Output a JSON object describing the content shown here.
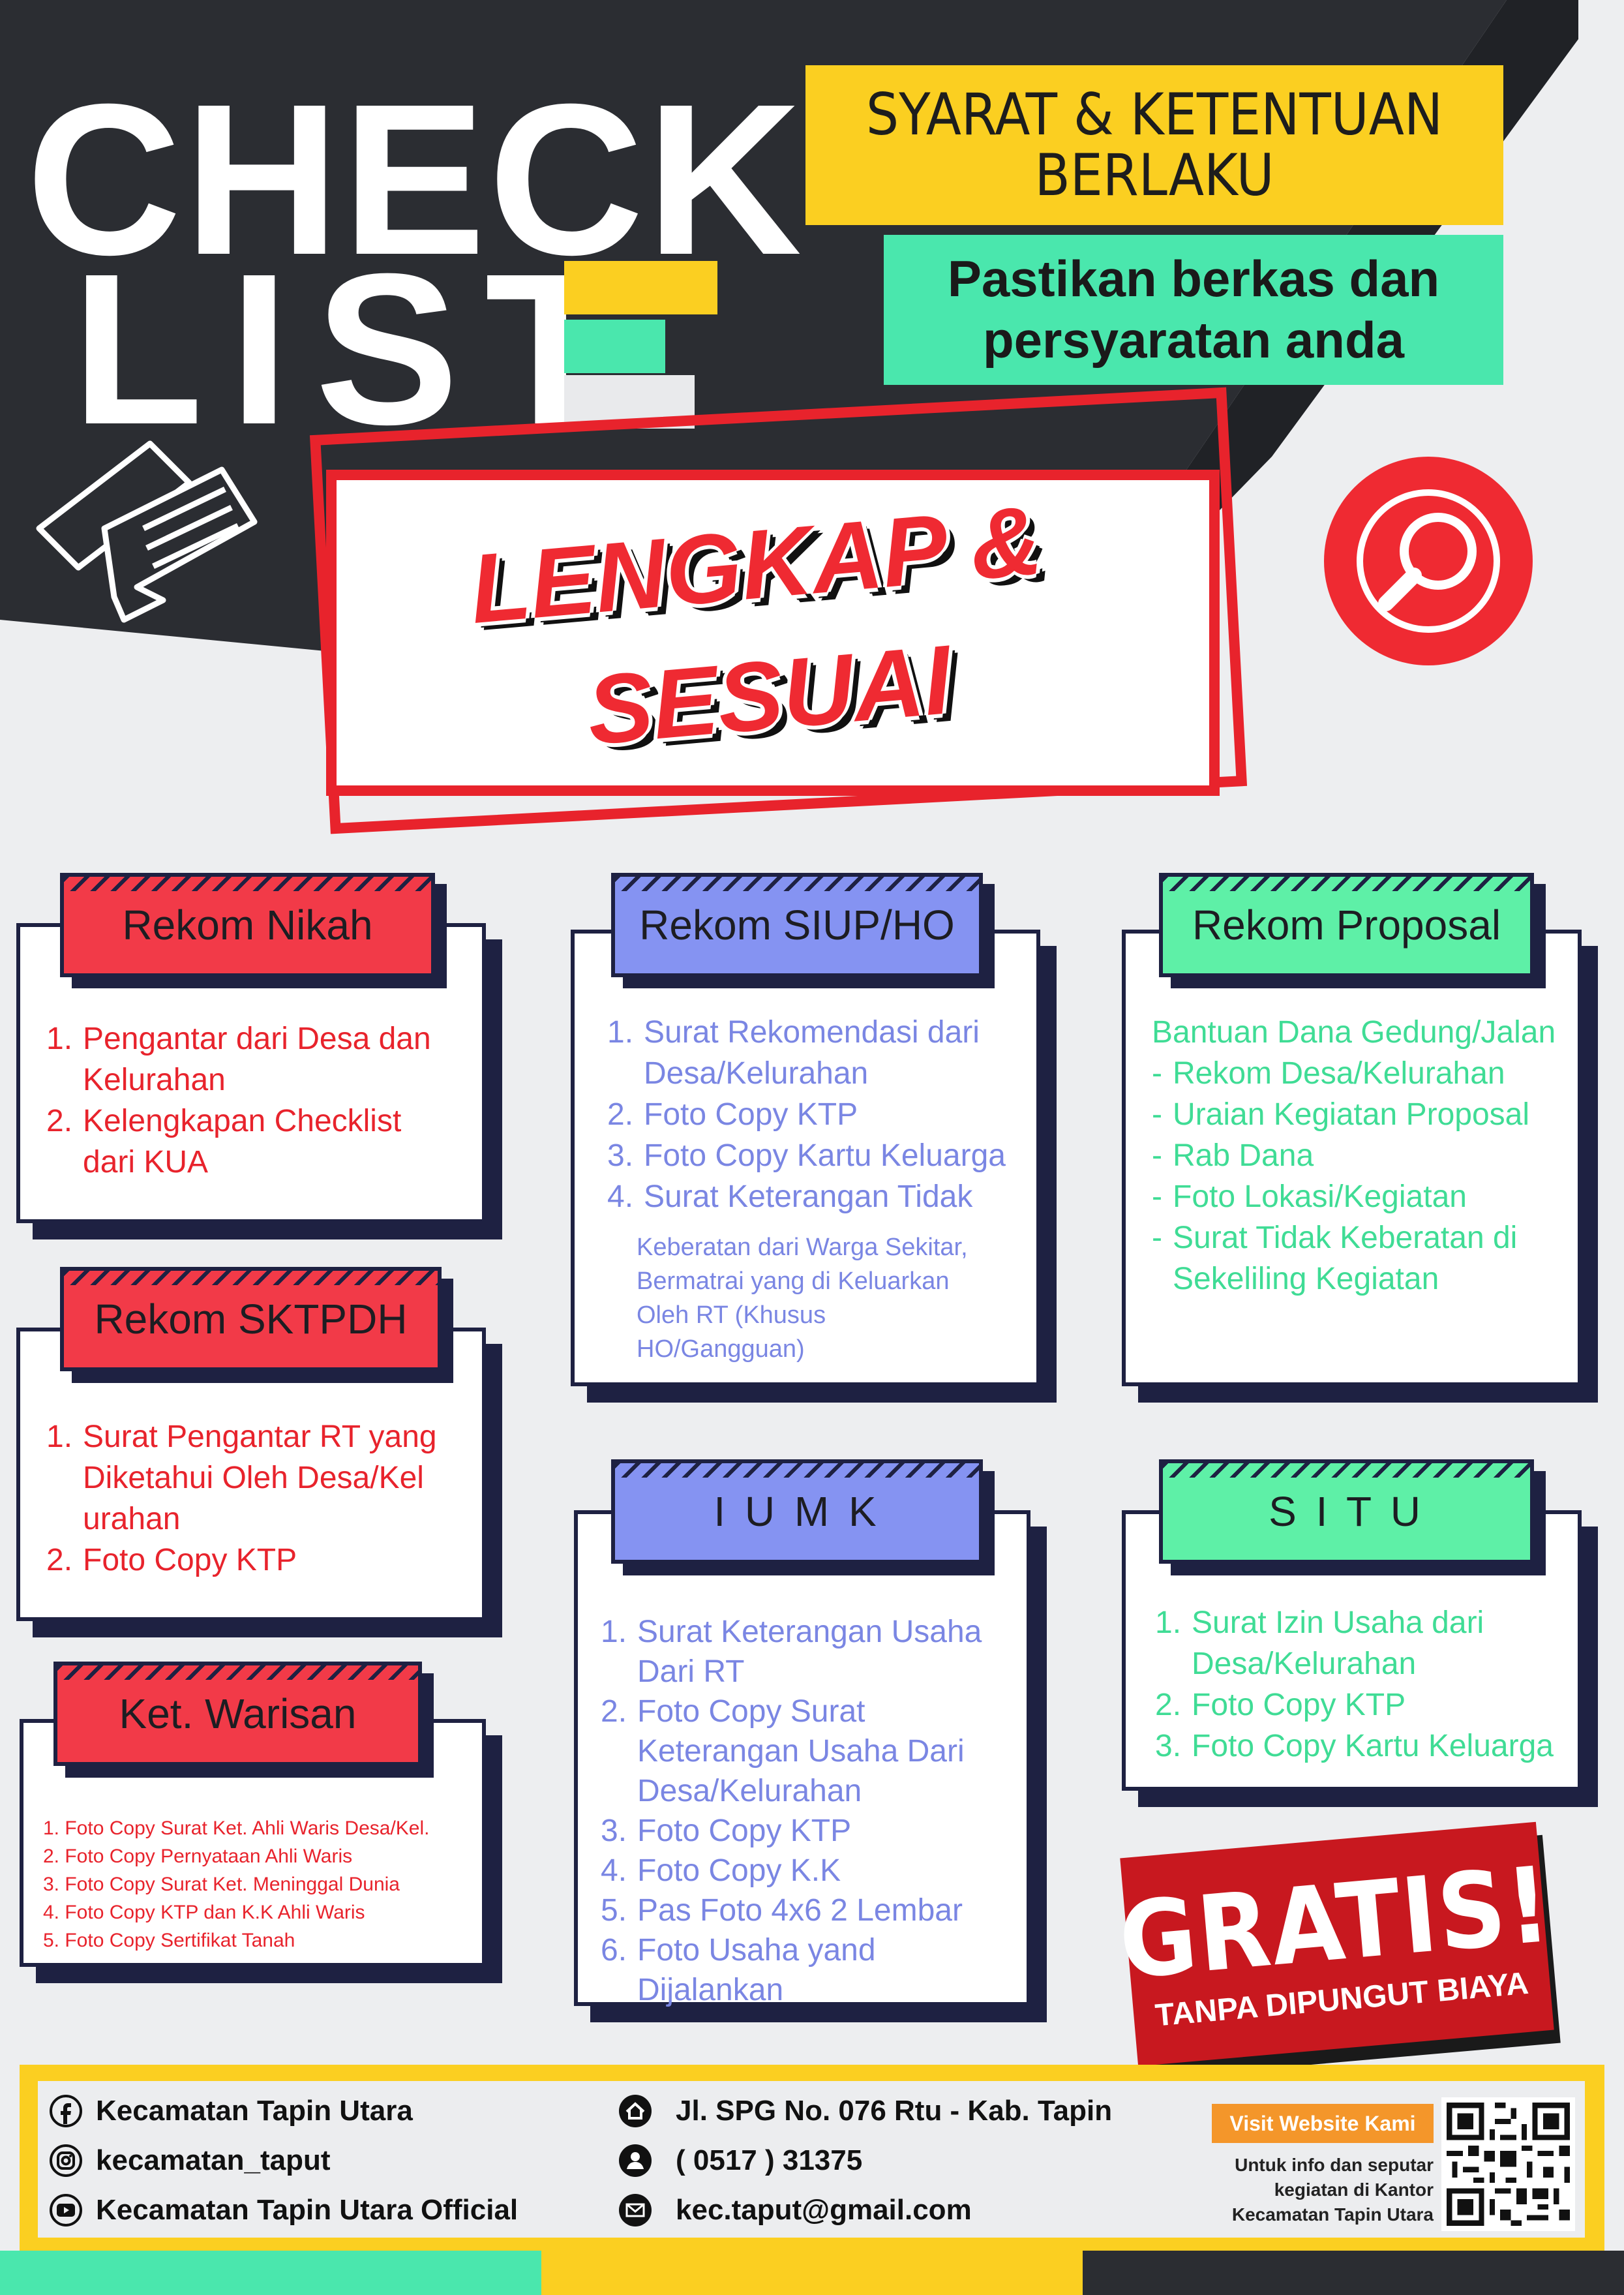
{
  "header": {
    "title_line1": "CHECK",
    "title_line2": "LIST",
    "terms_line1": "SYARAT & KETENTUAN",
    "terms_line2": "BERLAKU",
    "note_line1": "Pastikan berkas dan",
    "note_line2": "persyaratan anda",
    "stamp_line1": "LENGKAP &",
    "stamp_line2": "SESUAI"
  },
  "cards": {
    "nikah": {
      "title": "Rekom Nikah",
      "items": [
        {
          "num": "1.",
          "text": "Pengantar dari Desa dan Kelurahan"
        },
        {
          "num": "2.",
          "text": "Kelengkapan Checklist dari KUA"
        }
      ]
    },
    "sktpdh": {
      "title": "Rekom SKTPDH",
      "items": [
        {
          "num": "1.",
          "text": "Surat Pengantar RT yang Diketahui Oleh Desa/Kel urahan"
        },
        {
          "num": "2.",
          "text": "Foto Copy KTP"
        }
      ]
    },
    "warisan": {
      "title": "Ket. Warisan",
      "items": [
        "1. Foto Copy Surat Ket. Ahli Waris Desa/Kel.",
        "2. Foto Copy Pernyataan Ahli Waris",
        "3. Foto Copy Surat Ket. Meninggal Dunia",
        "4. Foto Copy KTP dan K.K Ahli Waris",
        "5. Foto Copy Sertifikat Tanah"
      ]
    },
    "siup": {
      "title": "Rekom SIUP/HO",
      "items": [
        {
          "num": "1.",
          "text": "Surat Rekomendasi dari Desa/Kelurahan"
        },
        {
          "num": "2.",
          "text": "Foto Copy KTP"
        },
        {
          "num": "3.",
          "text": "Foto Copy Kartu Keluarga"
        },
        {
          "num": "4.",
          "text": "Surat Keterangan Tidak"
        }
      ],
      "note": "Keberatan dari Warga Sekitar, Bermatrai yang di Keluarkan Oleh RT (Khusus HO/Gangguan)"
    },
    "iumk": {
      "title": "I U M K",
      "items": [
        {
          "num": "1.",
          "text": "Surat Keterangan Usaha Dari RT"
        },
        {
          "num": "2.",
          "text": "Foto Copy Surat Keterangan Usaha Dari Desa/Kelurahan"
        },
        {
          "num": "3.",
          "text": "Foto Copy KTP"
        },
        {
          "num": "4.",
          "text": "Foto Copy K.K"
        },
        {
          "num": "5.",
          "text": "Pas Foto 4x6 2 Lembar"
        },
        {
          "num": "6.",
          "text": "Foto Usaha yand Dijalankan"
        }
      ]
    },
    "proposal": {
      "title": "Rekom Proposal",
      "intro": "Bantuan Dana Gedung/Jalan",
      "items": [
        {
          "num": "-",
          "text": "Rekom Desa/Kelurahan"
        },
        {
          "num": "-",
          "text": "Uraian Kegiatan Proposal"
        },
        {
          "num": "-",
          "text": "Rab Dana"
        },
        {
          "num": "-",
          "text": "Foto Lokasi/Kegiatan"
        },
        {
          "num": "-",
          "text": "Surat Tidak Keberatan di Sekeliling  Kegiatan"
        }
      ]
    },
    "situ": {
      "title": "S I T U",
      "items": [
        {
          "num": "1.",
          "text": "Surat Izin Usaha dari Desa/Kelurahan"
        },
        {
          "num": "2.",
          "text": "Foto Copy KTP"
        },
        {
          "num": "3.",
          "text": "Foto Copy Kartu Keluarga"
        }
      ]
    }
  },
  "gratis": {
    "title": "GRATIS!",
    "subtitle": "TANPA DIPUNGUT BIAYA"
  },
  "footer": {
    "facebook": "Kecamatan Tapin Utara",
    "instagram": "kecamatan_taput",
    "youtube": "Kecamatan Tapin Utara Official",
    "address": "Jl. SPG  No. 076 Rtu - Kab. Tapin",
    "phone": "( 0517 ) 31375",
    "email": "kec.taput@gmail.com",
    "visit_label": "Visit Website Kami",
    "info_line1": "Untuk info dan seputar",
    "info_line2": "kegiatan di Kantor",
    "info_line3": "Kecamatan Tapin Utara"
  },
  "colors": {
    "dark": "#2b2d32",
    "yellow": "#fbcf21",
    "mint": "#4ae7ad",
    "red": "#ef2a32",
    "purple": "#8593f2",
    "navy": "#1e2142"
  }
}
